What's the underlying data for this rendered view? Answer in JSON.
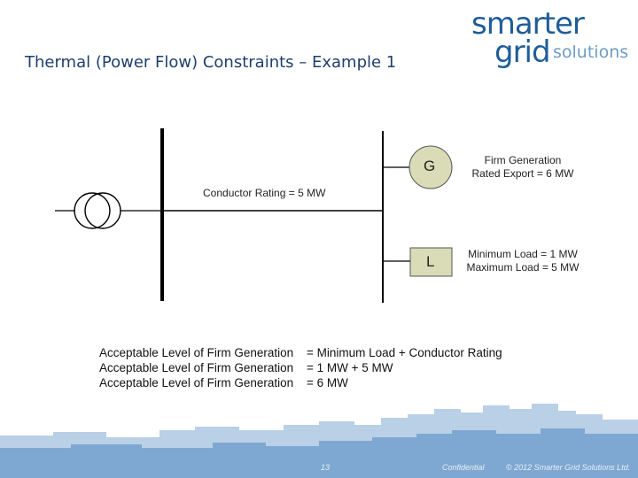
{
  "slide": {
    "title": "Thermal (Power Flow) Constraints – Example 1",
    "page_number": "13",
    "confidential": "Confidential",
    "copyright": "© 2012 Smarter Grid Solutions Ltd."
  },
  "logo": {
    "line1": "smarter",
    "line2": "grid",
    "line3": "solutions"
  },
  "diagram": {
    "conductor_rating": "Conductor Rating = 5 MW",
    "generator_symbol": "G",
    "load_symbol": "L",
    "generator_label_1": "Firm Generation",
    "generator_label_2": "Rated Export = 6 MW",
    "load_label_1": "Minimum Load = 1 MW",
    "load_label_2": "Maximum Load = 5 MW"
  },
  "equations": [
    {
      "left": "Acceptable Level of Firm Generation",
      "right": "= Minimum Load + Conductor Rating"
    },
    {
      "left": "Acceptable Level of Firm Generation",
      "right": "= 1 MW + 5 MW"
    },
    {
      "left": "Acceptable Level of Firm Generation",
      "right": "= 6 MW"
    }
  ],
  "colors": {
    "title": "#1f3f6b",
    "skyline": "#7ea8d1",
    "skyline_light": "#b9d0e6",
    "box_fill": "#dadbb7"
  }
}
